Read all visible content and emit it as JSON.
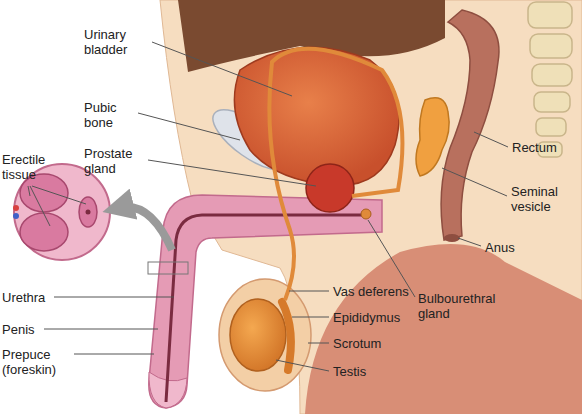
{
  "diagram": {
    "labels": [
      "Urinary bladder",
      "Erectile tissue",
      "Pubic bone",
      "Prostate gland",
      "Rectum",
      "Seminal vesicle",
      "Anus",
      "Urethra",
      "Penis",
      "Prepuce (foreskin)",
      "Vas deferens",
      "Bulbourethral gland",
      "Epididymus",
      "Scrotum",
      "Testis"
    ]
  }
}
